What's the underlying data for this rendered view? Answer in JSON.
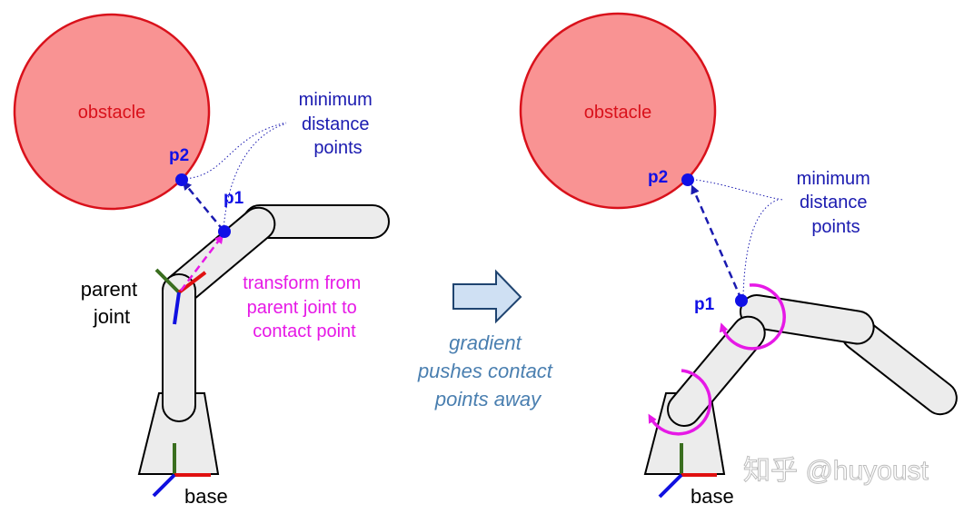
{
  "colors": {
    "obstacle_fill": "#f99393",
    "obstacle_stroke": "#d9111b",
    "obstacle_text": "#d9111b",
    "link_fill": "#ececec",
    "link_stroke": "#000000",
    "point_blue": "#1010e6",
    "label_blue": "#1a1ab0",
    "magenta": "#e619e6",
    "axis_red": "#e01010",
    "axis_green": "#3a6e1f",
    "axis_blue": "#1010e0",
    "arrow_fill": "#cfe0f3",
    "arrow_stroke": "#1f4470",
    "gradient_text": "#4a7fb0",
    "watermark": "#c8c8c8"
  },
  "left_panel": {
    "obstacle_label": "obstacle",
    "p1_label": "p1",
    "p2_label": "p2",
    "min_distance_label": [
      "minimum",
      "distance",
      "points"
    ],
    "parent_joint_label": [
      "parent",
      "joint"
    ],
    "transform_label": [
      "transform from",
      "parent joint to",
      "contact point"
    ],
    "base_label": "base"
  },
  "center": {
    "arrow_icon": "right-arrow-icon",
    "caption": [
      "gradient",
      "pushes contact",
      "points away"
    ]
  },
  "right_panel": {
    "obstacle_label": "obstacle",
    "p1_label": "p1",
    "p2_label": "p2",
    "min_distance_label": [
      "minimum",
      "distance",
      "points"
    ],
    "base_label": "base"
  },
  "watermark": "知乎 @huyoust"
}
